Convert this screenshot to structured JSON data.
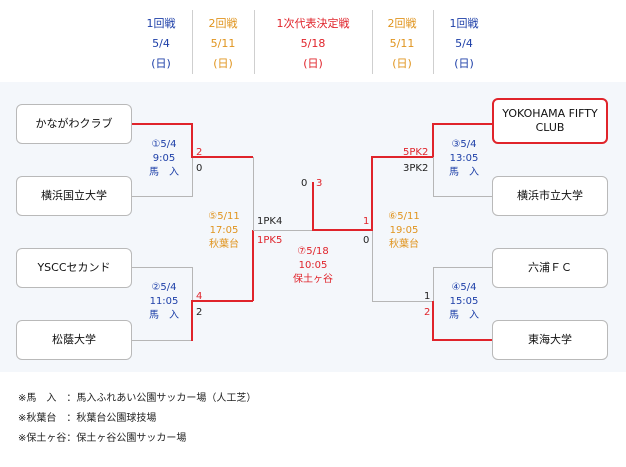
{
  "headers": [
    {
      "title": "1回戦",
      "date": "5/4",
      "day": "(日)",
      "color": "#1d3fa8"
    },
    {
      "title": "2回戦",
      "date": "5/11",
      "day": "(日)",
      "color": "#e0941e"
    },
    {
      "title": "1次代表決定戦",
      "date": "5/18",
      "day": "(日)",
      "color": "#e0242b"
    },
    {
      "title": "2回戦",
      "date": "5/11",
      "day": "(日)",
      "color": "#e0941e"
    },
    {
      "title": "1回戦",
      "date": "5/4",
      "day": "(日)",
      "color": "#1d3fa8"
    }
  ],
  "teams": {
    "left": [
      "かながわクラブ",
      "横浜国立大学",
      "YSCCセカンド",
      "松蔭大学"
    ],
    "right": [
      "YOKOHAMA FIFTY CLUB",
      "横浜市立大学",
      "六浦ＦＣ",
      "東海大学"
    ]
  },
  "matches": {
    "m1": {
      "no": "①5/4",
      "time": "9:05",
      "venue": "馬　入",
      "score_top": "2",
      "score_bottom": "0"
    },
    "m2": {
      "no": "②5/4",
      "time": "11:05",
      "venue": "馬　入",
      "score_top": "4",
      "score_bottom": "2"
    },
    "m3": {
      "no": "③5/4",
      "time": "13:05",
      "venue": "馬　入",
      "score_top": "5PK2",
      "score_bottom": "3PK2"
    },
    "m4": {
      "no": "④5/4",
      "time": "15:05",
      "venue": "馬　入",
      "score_top": "1",
      "score_bottom": "2"
    },
    "m5": {
      "no": "⑤5/11",
      "time": "17:05",
      "venue": "秋葉台",
      "score_top": "1PK4",
      "score_bottom": "1PK5"
    },
    "m6": {
      "no": "⑥5/11",
      "time": "19:05",
      "venue": "秋葉台",
      "score_top": "1",
      "score_bottom": "0"
    },
    "m7": {
      "no": "⑦5/18",
      "time": "10:05",
      "venue": "保土ヶ谷",
      "score_left": "0",
      "score_right": "3"
    }
  },
  "notes": [
    "※馬　入　：馬入ふれあい公園サッカー場（人工芝）",
    "※秋葉台　：秋葉台公園球技場",
    "※保土ヶ谷：保土ヶ谷公園サッカー場"
  ]
}
